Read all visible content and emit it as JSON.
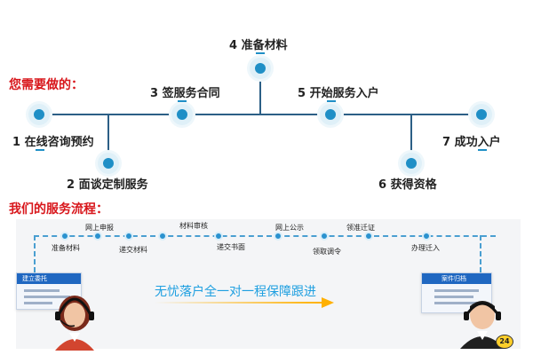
{
  "sections": {
    "you_need": "您需要做的：",
    "our_process": "我们的服务流程："
  },
  "steps": [
    {
      "label": "1 在线咨询预约"
    },
    {
      "label": "2 面谈定制服务"
    },
    {
      "label": "3 签服务合同"
    },
    {
      "label": "4 准备材料"
    },
    {
      "label": "5 开始服务入户"
    },
    {
      "label": "6 获得资格"
    },
    {
      "label": "7 成功入户"
    }
  ],
  "process": {
    "top_labels": [
      "网上申报",
      "材料审核",
      "网上公示",
      "领准迁证"
    ],
    "bottom_labels": [
      "准备材料",
      "递交材料",
      "递交书面",
      "领取调令",
      "办理迁入"
    ]
  },
  "cards": {
    "left_title": "建立委托",
    "right_title": "案件归档"
  },
  "slogan": "无忧落户全一对一程保障跟进",
  "badge": "24",
  "colors": {
    "title_red": "#d8161b",
    "line_blue": "#2c5f86",
    "node_blue": "#1f8fc6",
    "slogan_blue": "#1e9fe0",
    "arrow_orange": "#ffb000"
  }
}
